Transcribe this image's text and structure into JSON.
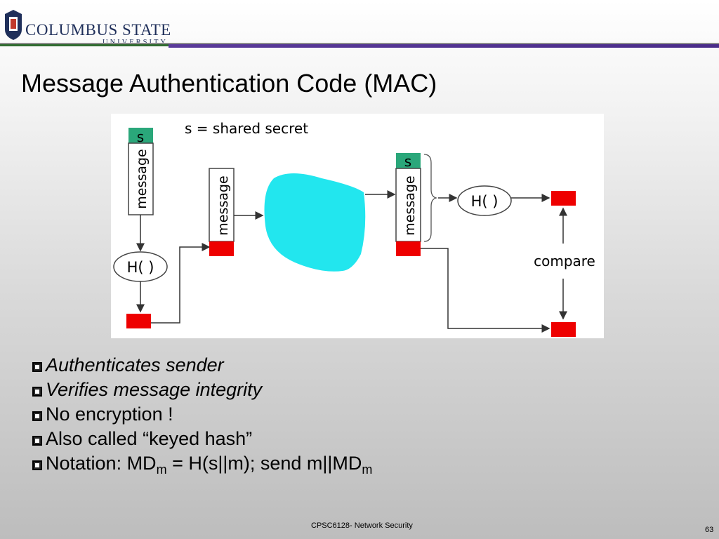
{
  "header": {
    "logo_name": "COLUMBUS STATE",
    "logo_sub": "UNIVERSITY"
  },
  "slide": {
    "title": "Message Authentication Code (MAC)"
  },
  "diagram": {
    "legend": "s = shared secret",
    "left_s": "s",
    "left_message": "message",
    "mid_message": "message",
    "right_s": "s",
    "right_message": "message",
    "left_hash": "H( )",
    "right_hash": "H( )",
    "compare": "compare",
    "colors": {
      "secret": "#2aa77a",
      "mac": "#ee0000",
      "cloud": "#22e6ee"
    }
  },
  "bullets": {
    "b1": "Authenticates sender",
    "b2": "Verifies message integrity",
    "b3": "No encryption !",
    "b4": "Also called “keyed hash”",
    "b5_prefix": "Notation: MD",
    "b5_sub1": "m",
    "b5_mid": " = H(s||m); send m||MD",
    "b5_sub2": "m"
  },
  "footer": {
    "course": "CPSC6128- Network Security",
    "page": "63"
  }
}
